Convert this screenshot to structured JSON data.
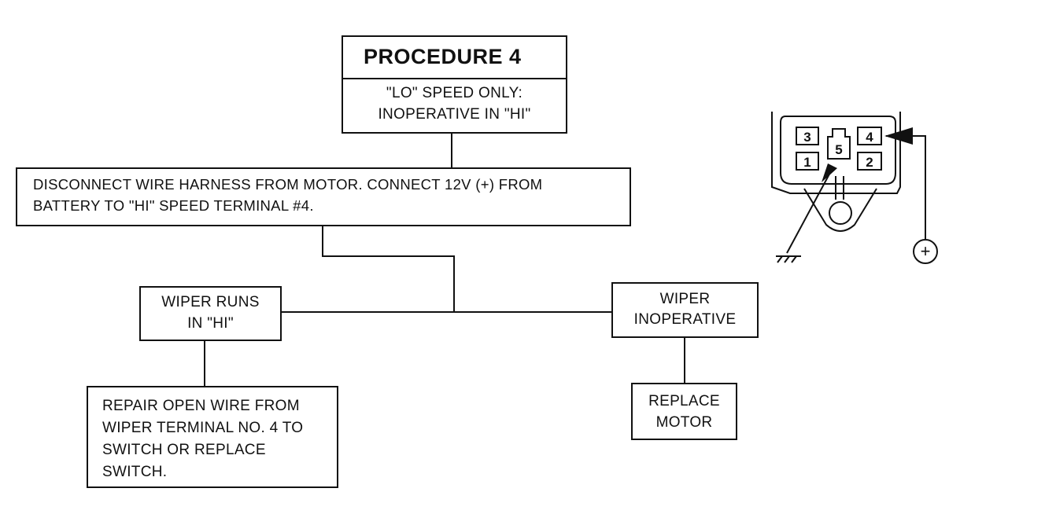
{
  "procedure": {
    "title": "PROCEDURE 4",
    "condition_line1": "\"LO\" SPEED ONLY:",
    "condition_line2": "INOPERATIVE IN \"HI\""
  },
  "step": {
    "line1": "DISCONNECT WIRE HARNESS FROM MOTOR. CONNECT 12V (+) FROM",
    "line2": "BATTERY TO \"HI\" SPEED TERMINAL #4."
  },
  "result_runs": {
    "line1": "WIPER RUNS",
    "line2": "IN \"HI\""
  },
  "result_inoperative": {
    "line1": "WIPER",
    "line2": "INOPERATIVE"
  },
  "action_repair": {
    "line1": "REPAIR OPEN WIRE FROM",
    "line2": "WIPER TERMINAL NO. 4 TO",
    "line3": "SWITCH OR REPLACE",
    "line4": "SWITCH."
  },
  "action_replace": {
    "line1": "REPLACE",
    "line2": "MOTOR"
  },
  "connector": {
    "terminals": [
      "3",
      "5",
      "4",
      "1",
      "2"
    ],
    "positive_symbol": "+"
  }
}
